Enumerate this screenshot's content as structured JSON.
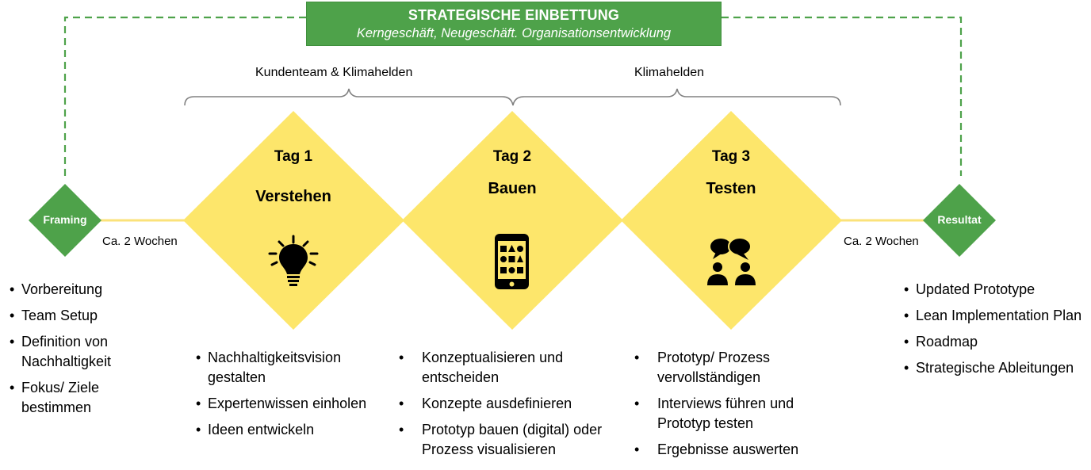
{
  "banner": {
    "title": "STRATEGISCHE EINBETTUNG",
    "subtitle": "Kerngeschäft, Neugeschäft. Organisationsentwicklung"
  },
  "teams": {
    "left": "Kundenteam & Klimahelden",
    "right": "Klimahelden"
  },
  "framing": {
    "label": "Framing",
    "duration": "Ca. 2 Wochen",
    "items": [
      "Vorbereitung",
      "Team Setup",
      "Definition von Nachhaltigkeit",
      "Fokus/ Ziele bestimmen"
    ]
  },
  "days": [
    {
      "day": "Tag 1",
      "phase": "Verstehen",
      "icon": "lightbulb-icon",
      "items": [
        "Nachhaltigkeitsvision gestalten",
        "Expertenwissen einholen",
        "Ideen entwickeln"
      ]
    },
    {
      "day": "Tag 2",
      "phase": "Bauen",
      "icon": "smartphone-icon",
      "items": [
        "Konzeptualisieren und entscheiden",
        "Konzepte ausdefinieren",
        "Prototyp bauen (digital) oder Prozess visualisieren"
      ]
    },
    {
      "day": "Tag 3",
      "phase": "Testen",
      "icon": "people-chat-icon",
      "items": [
        "Prototyp/ Prozess vervollständigen",
        "Interviews führen und Prototyp testen",
        "Ergebnisse auswerten"
      ]
    }
  ],
  "result": {
    "label": "Resultat",
    "duration": "Ca. 2 Wochen",
    "items": [
      "Updated Prototype",
      "Lean Implementation Plan",
      "Roadmap",
      "Strategische Ableitungen"
    ]
  },
  "colors": {
    "green": "#4ea24a",
    "yellow": "#fde66b",
    "connector": "#fbe27a",
    "brace": "#808080"
  }
}
